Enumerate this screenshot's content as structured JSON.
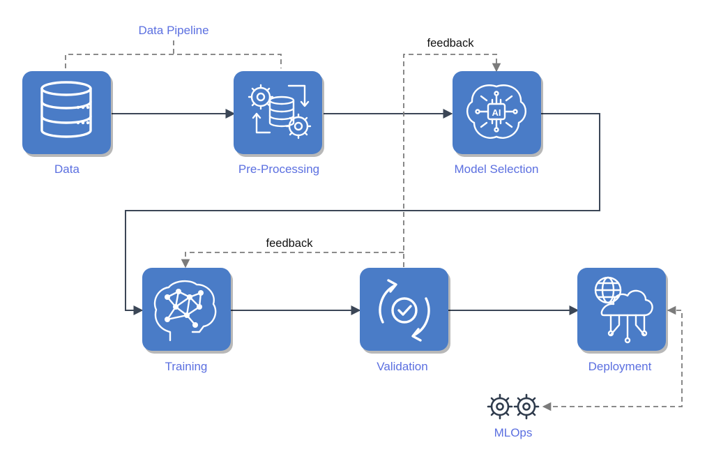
{
  "pipeline_label": "Data Pipeline",
  "feedback_top": "feedback",
  "feedback_bottom": "feedback",
  "nodes": {
    "data": {
      "label": "Data",
      "icon": "database-icon"
    },
    "preprocessing": {
      "label": "Pre-Processing",
      "icon": "gears-database-icon"
    },
    "model_selection": {
      "label": "Model Selection",
      "icon": "ai-brain-chip-icon"
    },
    "training": {
      "label": "Training",
      "icon": "neural-brain-icon"
    },
    "validation": {
      "label": "Validation",
      "icon": "cycle-check-icon"
    },
    "deployment": {
      "label": "Deployment",
      "icon": "cloud-globe-icon"
    },
    "mlops": {
      "label": "MLOps",
      "icon": "dual-gear-icon"
    }
  },
  "colors": {
    "node_fill": "#4a7cc7",
    "label_text": "#5b6fe0",
    "flow_line": "#3b4656",
    "dashed_line": "#7b7b7b"
  }
}
